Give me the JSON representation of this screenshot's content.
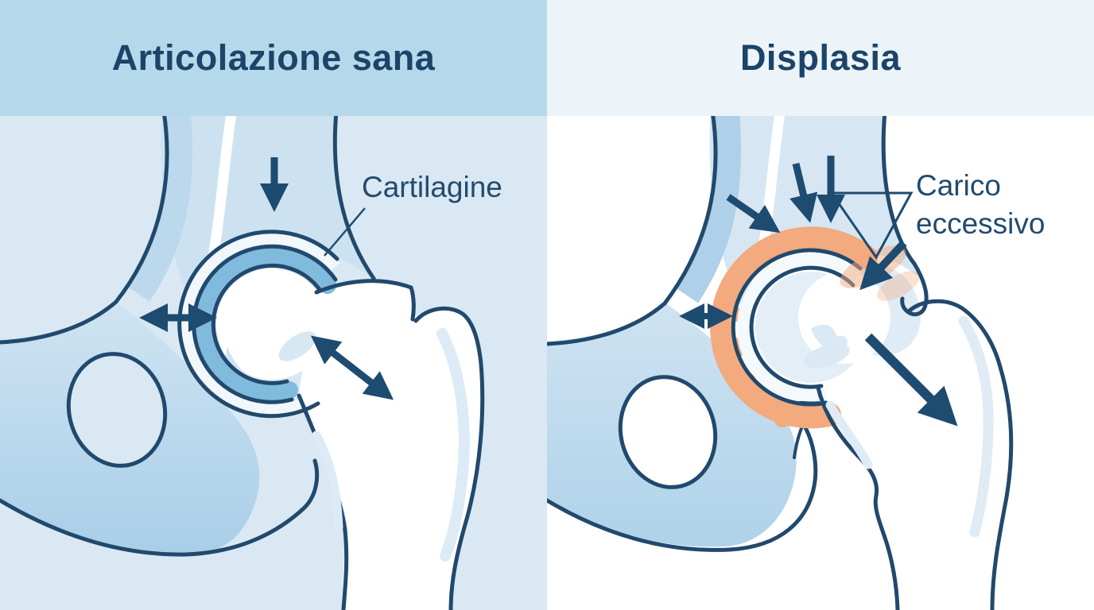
{
  "diagram": {
    "type": "medical-illustration",
    "subject": "hip-joint-healthy-vs-dysplasia",
    "panels": {
      "left": {
        "title": "Articolazione sana",
        "annotation": {
          "label": "Cartilagine"
        },
        "arrows": [
          "load-arrow-down",
          "stability-arrow-horizontal",
          "neck-axis-arrow-diagonal"
        ],
        "cartilage_state": "intact",
        "cartilage_color": "#80badd"
      },
      "right": {
        "title": "Displasia",
        "annotation": {
          "label_line1": "Carico",
          "label_line2": "eccessivo"
        },
        "arrows": [
          "pressure-arrow-oblique",
          "pressure-arrow-vertical-1",
          "pressure-arrow-vertical-2",
          "focal-load-arrow",
          "instability-arrow-horizontal",
          "subluxation-arrow-diagonal"
        ],
        "cartilage_state": "overloaded-inflamed",
        "cartilage_color": "#f2aa7e"
      }
    },
    "colors": {
      "outline_navy": "#21496d",
      "arrow_navy": "#1e4b70",
      "title_text": "#1c4368",
      "label_text": "#234b6d",
      "left_header_bg": "#b6d8eb",
      "left_body_bg": "#d9e8f3",
      "right_header_bg": "#ecf4f9",
      "right_body_bg": "#ffffff",
      "healthy_cartilage": "#80badd",
      "inflamed_cartilage": "#f2aa7e",
      "bone_white": "#ffffff",
      "pelvis_fill": "#b9d8ec"
    }
  }
}
